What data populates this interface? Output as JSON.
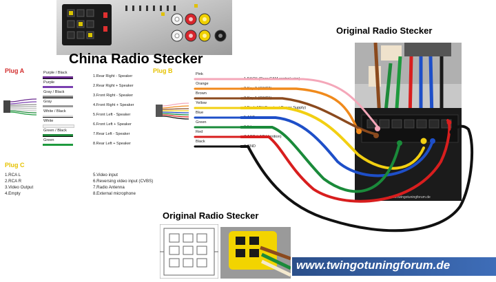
{
  "headings": {
    "china_radio": "China Radio Stecker",
    "original_top": "Original Radio Stecker",
    "original_bottom": "Original Radio Stecker",
    "website": "www.twingotuningforum.de"
  },
  "plug_a": {
    "title": "Plug A",
    "wires": [
      {
        "color_name": "Purple / Black",
        "hex": "#6a2a8f",
        "stripe": "#000000",
        "label": "1.Rear Right - Speaker"
      },
      {
        "color_name": "Purple",
        "hex": "#7a3fb0",
        "stripe": "",
        "label": "2.Rear Right + Speaker"
      },
      {
        "color_name": "Gray / Black",
        "hex": "#8c8c8c",
        "stripe": "#000000",
        "label": "3.Front Right - Speaker"
      },
      {
        "color_name": "Gray",
        "hex": "#9a9a9a",
        "stripe": "",
        "label": "4.Front Right + Speaker"
      },
      {
        "color_name": "White / Black",
        "hex": "#e8e8e8",
        "stripe": "#000000",
        "label": "5.Front Left - Speaker"
      },
      {
        "color_name": "White",
        "hex": "#eeeeee",
        "stripe": "",
        "label": "6.Front Left + Speaker"
      },
      {
        "color_name": "Green / Black",
        "hex": "#1e8a3a",
        "stripe": "#000000",
        "label": "7.Rear Left - Speaker"
      },
      {
        "color_name": "Green",
        "hex": "#1e9a3e",
        "stripe": "",
        "label": "8.Rear Left + Speaker"
      }
    ]
  },
  "plug_b": {
    "title": "Plug B",
    "wires": [
      {
        "color_name": "Pink",
        "hex": "#f4a7b9",
        "label": "1.BACK (Rear CAM control wire)"
      },
      {
        "color_name": "Orange",
        "hex": "#f08a1c",
        "label": "2.Key 2 (SWC2)"
      },
      {
        "color_name": "Brown",
        "hex": "#8b4a1e",
        "label": "3.Key 1 (SWC1)"
      },
      {
        "color_name": "Yellow",
        "hex": "#f2cf12",
        "label": "4.B+ (+12V Constant Power Supply)"
      },
      {
        "color_name": "Blue",
        "hex": "#1e4fc8",
        "label": "5.ANT"
      },
      {
        "color_name": "Green",
        "hex": "#1a8a3a",
        "label": "6.ILL"
      },
      {
        "color_name": "Red",
        "hex": "#d81e1e",
        "label": "7.ACC (+12V Ignition)"
      },
      {
        "color_name": "Black",
        "hex": "#111111",
        "label": "8.GND"
      }
    ]
  },
  "plug_c": {
    "title": "Plug C",
    "left": [
      "1.RCA L",
      "2.RCA R",
      "3.Video Output",
      "4.Empty"
    ],
    "right": [
      "5.Video input",
      "6.Reversing video input (CVBS)",
      "7.Radio Antenna",
      "8.External microphone"
    ]
  },
  "photo_credit": "www.twingotuningforum.de",
  "colors": {
    "plug_a_title": "#d32f2f",
    "plug_b_title": "#e6c200",
    "plug_c_title": "#e6c200",
    "website_bg": "#2b4f8a"
  }
}
